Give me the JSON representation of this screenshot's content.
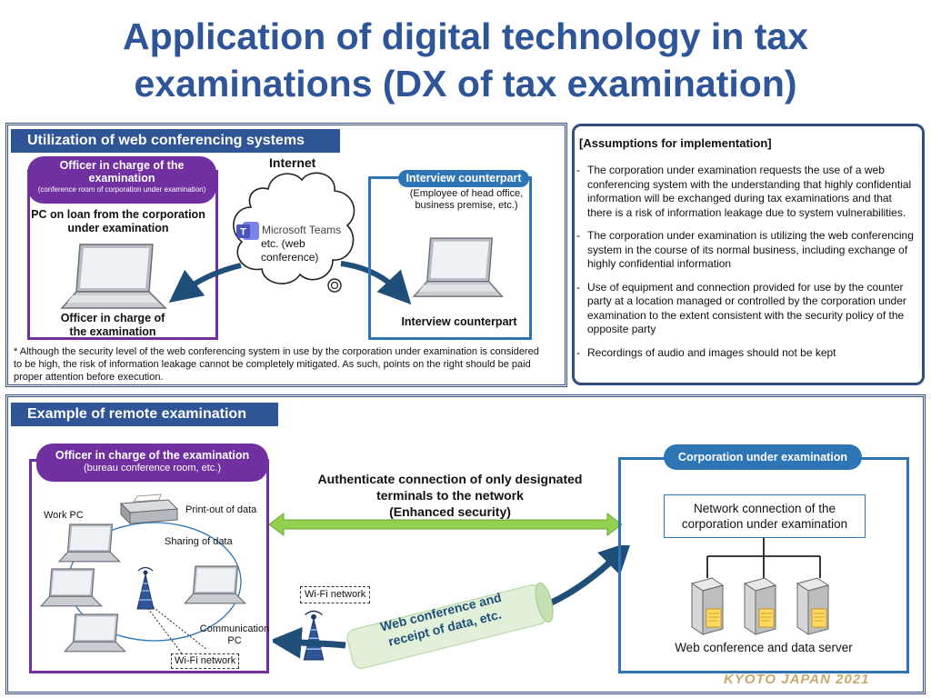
{
  "title_line1": "Application of digital technology in tax",
  "title_line2": "examinations (DX of tax examination)",
  "top_section": {
    "tab": "Utilization of web conferencing systems",
    "officer_pill_title": "Officer in charge of the examination",
    "officer_pill_sub": "(conference room of corporation under examination)",
    "pc_loan": "PC on loan from the corporation under examination",
    "officer_label": "Officer in charge of the examination",
    "internet_label": "Internet",
    "teams_label": "Microsoft Teams",
    "etc_web": "etc. (web conference)",
    "interview_pill": "Interview counterpart",
    "interview_sub": "(Employee of head office, business premise, etc.)",
    "interview_label": "Interview counterpart",
    "note": "* Although the security level of the web conferencing system in use by the corporation under examination is considered to be high, the risk of information leakage cannot be completely mitigated. As such, points on the right should be paid proper attention before execution."
  },
  "assumptions": {
    "heading": "[Assumptions for implementation]",
    "items": [
      "The corporation under examination requests the use of a web conferencing system with the understanding that highly confidential information will be exchanged during tax examinations and that there is a risk of information leakage due to system vulnerabilities.",
      "The corporation under examination is utilizing the web conferencing system in the course of its normal business, including exchange of highly confidential information",
      "Use of equipment and connection provided for use by the counter party at a location managed or controlled by the corporation under examination to the extent consistent with the security policy of the opposite party",
      "Recordings of audio and images should not be kept"
    ]
  },
  "bottom_section": {
    "tab": "Example of remote examination",
    "officer_pill_title": "Officer in charge of the examination",
    "officer_pill_sub": "(bureau conference room, etc.)",
    "work_pc": "Work PC",
    "printout": "Print-out of data",
    "sharing": "Sharing of data",
    "comm_pc": "Communication PC",
    "wifi_inner": "Wi-Fi network",
    "wifi_outer": "Wi-Fi network",
    "auth_line1": "Authenticate connection of only designated",
    "auth_line2": "terminals to the network",
    "auth_line3": "(Enhanced security)",
    "tunnel_label": "Web conference and receipt of data, etc.",
    "corp_pill": "Corporation under examination",
    "network_conn": "Network connection of the corporation under examination",
    "server_label": "Web conference and data server"
  },
  "footer": "KYOTO JAPAN 2021",
  "colors": {
    "title": "#2e5597",
    "purple": "#7030a0",
    "blue": "#2e75b6",
    "green": "#92d050",
    "navy": "#1f4e79"
  },
  "icons": [
    "laptop-icon",
    "cloud-icon",
    "teams-icon",
    "printer-icon",
    "wifi-tower-icon",
    "server-icon",
    "double-arrow-icon"
  ]
}
